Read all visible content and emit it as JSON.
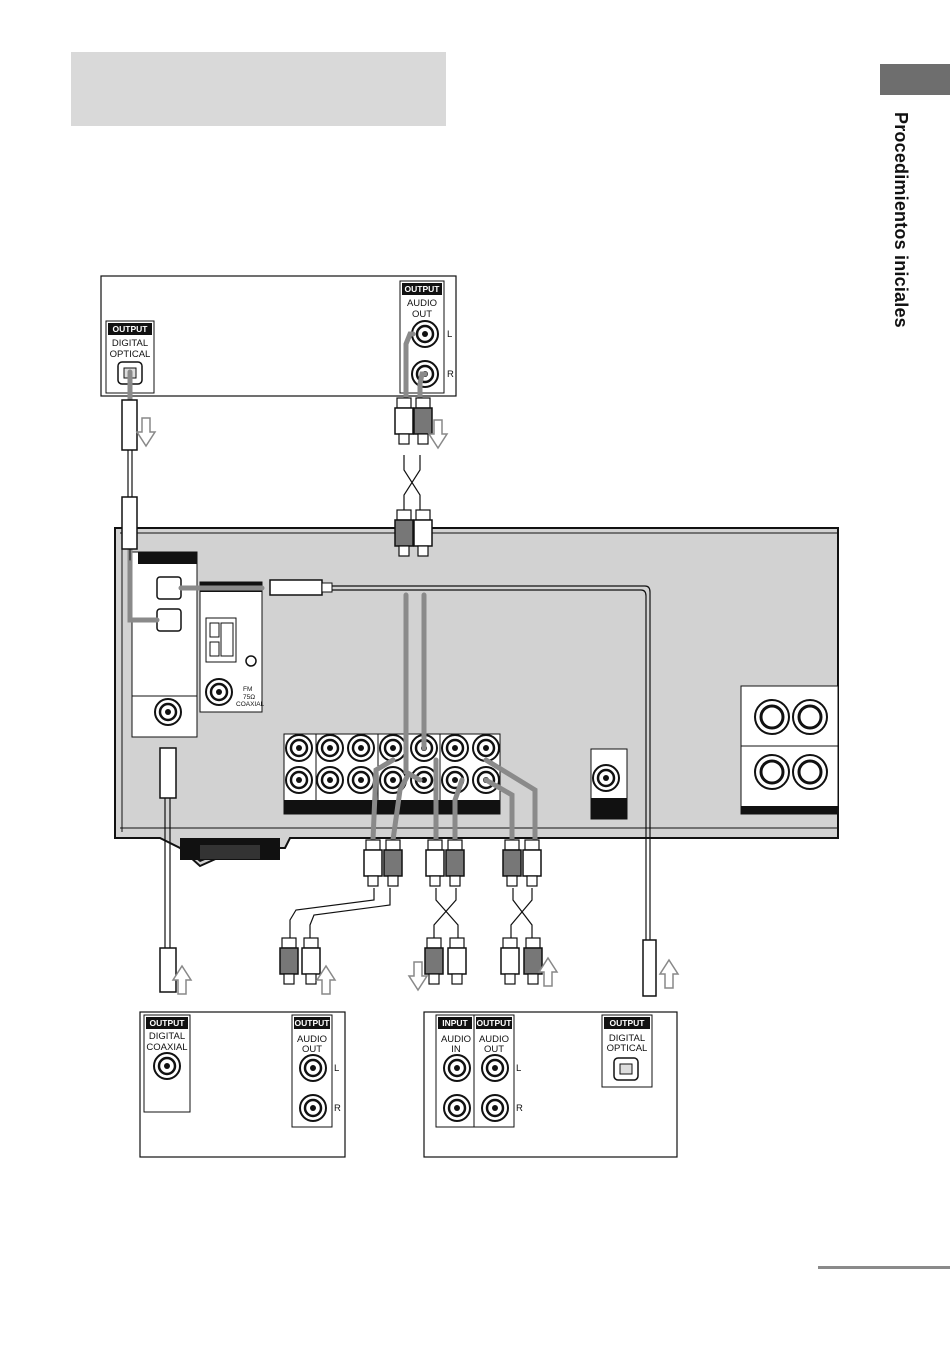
{
  "sidebar": {
    "section_title": "Procedimientos iniciales"
  },
  "labels": {
    "output": "OUTPUT",
    "input": "INPUT",
    "digital": "DIGITAL",
    "optical": "OPTICAL",
    "coaxial": "COAXIAL",
    "audio": "AUDIO",
    "out": "OUT",
    "in": "IN",
    "left": "L",
    "right": "R",
    "fm": "FM",
    "ohm75": "75Ω",
    "coaxial_small": "COAXIAL"
  },
  "colors": {
    "cable": "#8a8a8a",
    "panel": "#d2d2d2",
    "header": "#d9d9d9",
    "tab": "#6e6e6e"
  }
}
